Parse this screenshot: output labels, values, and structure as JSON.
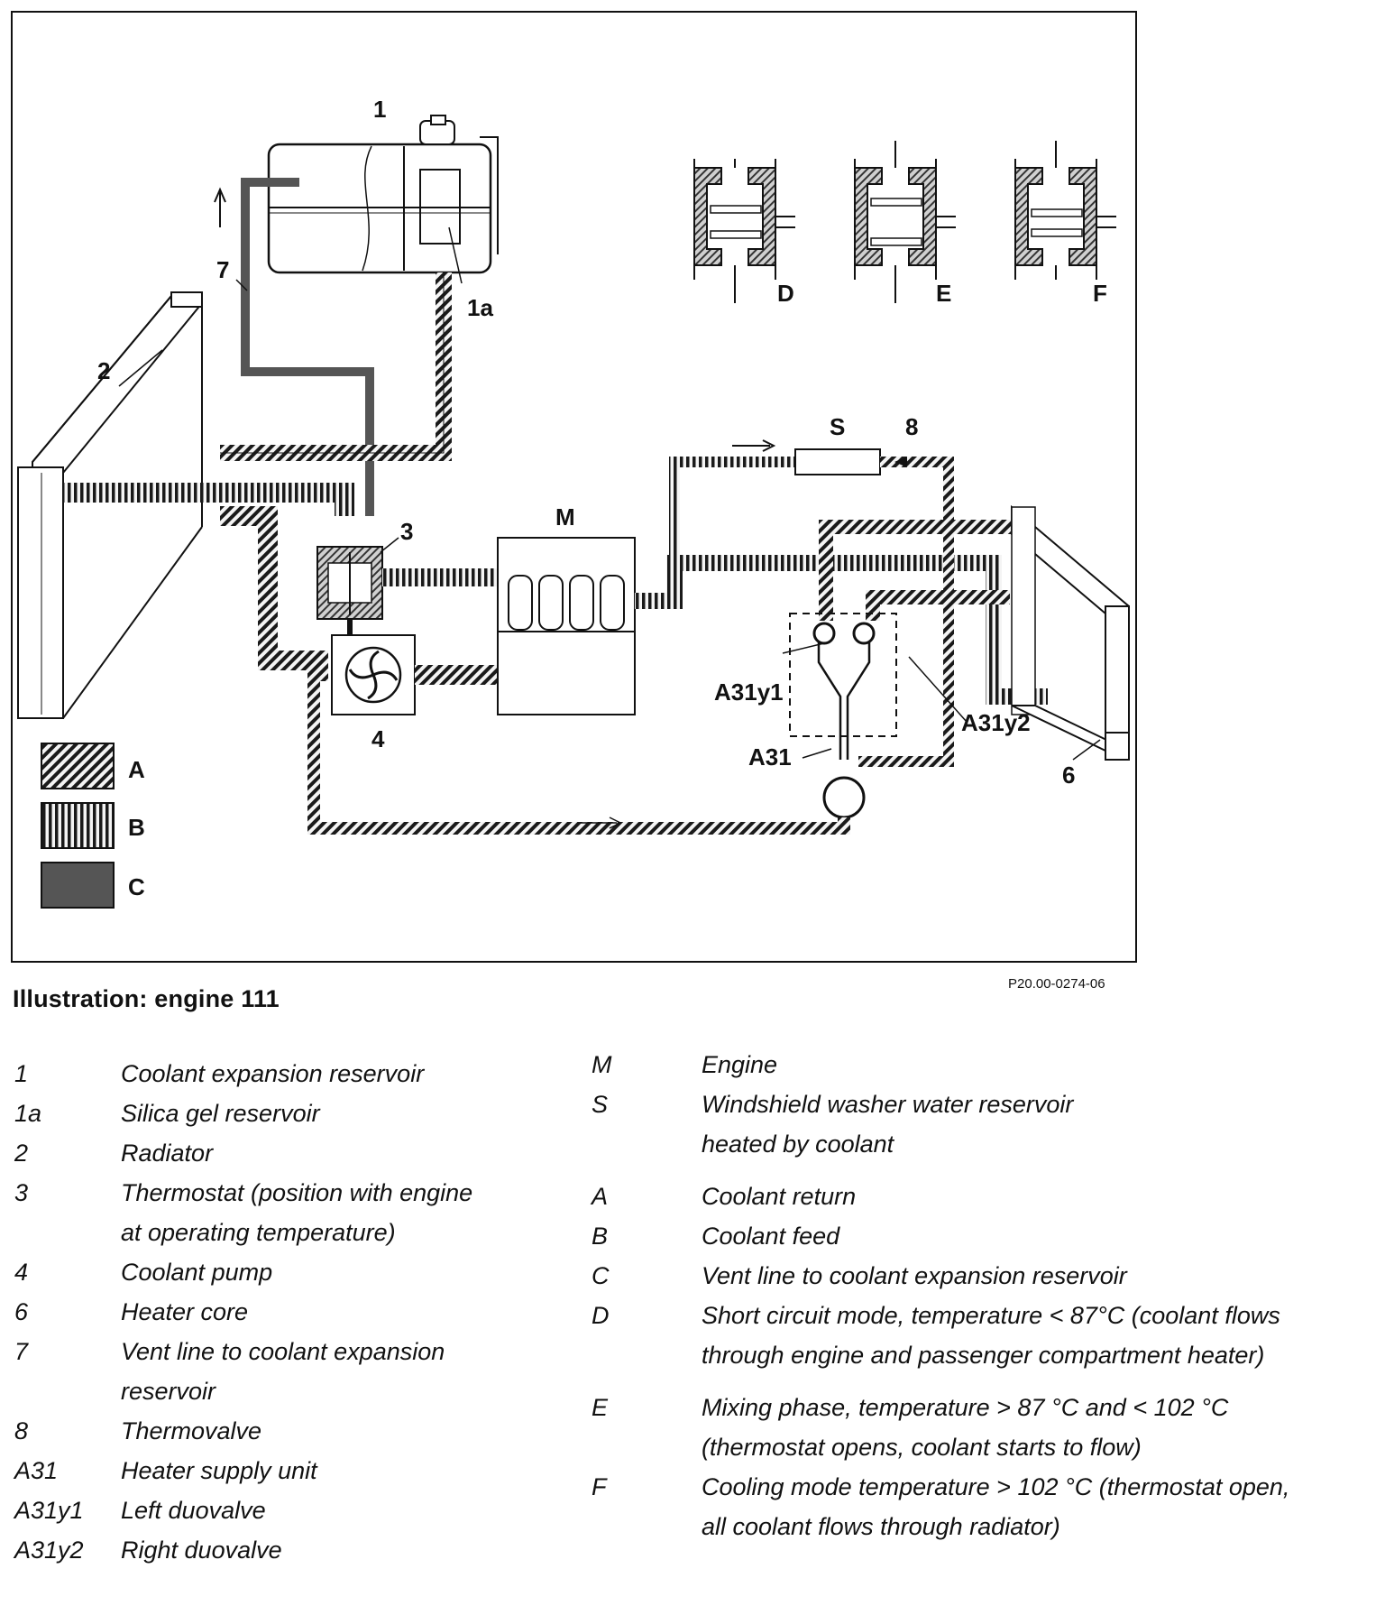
{
  "diagram": {
    "labels": {
      "l1": "1",
      "l1a": "1a",
      "l2": "2",
      "l3": "3",
      "l4": "4",
      "l6": "6",
      "l7": "7",
      "l8": "8",
      "lS": "S",
      "lM": "M",
      "lA31": "A31",
      "lA31y1": "A31y1",
      "lA31y2": "A31y2",
      "lD": "D",
      "lE": "E",
      "lF": "F"
    },
    "key": [
      {
        "label": "A"
      },
      {
        "label": "B"
      },
      {
        "label": "C"
      }
    ]
  },
  "caption": "Illustration: engine 111",
  "reference": "P20.00-0274-06",
  "legend_left": [
    {
      "key": "1",
      "lines": [
        "Coolant expansion reservoir"
      ]
    },
    {
      "key": "1a",
      "lines": [
        "Silica gel reservoir"
      ]
    },
    {
      "key": "2",
      "lines": [
        "Radiator"
      ]
    },
    {
      "key": "3",
      "lines": [
        "Thermostat (position with engine",
        "at operating temperature)"
      ]
    },
    {
      "key": "4",
      "lines": [
        "Coolant pump"
      ]
    },
    {
      "key": "6",
      "lines": [
        "Heater core"
      ]
    },
    {
      "key": "7",
      "lines": [
        "Vent line to coolant expansion",
        "reservoir"
      ]
    },
    {
      "key": "8",
      "lines": [
        "Thermovalve"
      ]
    },
    {
      "key": "A31",
      "lines": [
        "Heater supply unit"
      ]
    },
    {
      "key": "A31y1",
      "lines": [
        "Left duovalve"
      ]
    },
    {
      "key": "A31y2",
      "lines": [
        "Right duovalve"
      ]
    }
  ],
  "legend_right": [
    {
      "key": "M",
      "lines": [
        "Engine"
      ]
    },
    {
      "key": "S",
      "lines": [
        "Windshield washer water reservoir",
        "heated by coolant"
      ]
    },
    {
      "key": "A",
      "lines": [
        "Coolant return"
      ],
      "gap": true
    },
    {
      "key": "B",
      "lines": [
        "Coolant feed"
      ]
    },
    {
      "key": "C",
      "lines": [
        "Vent line to coolant expansion reservoir"
      ]
    },
    {
      "key": "D",
      "lines": [
        "Short circuit mode, temperature < 87°C (coolant flows",
        "through engine and passenger compartment heater)"
      ]
    },
    {
      "key": "E",
      "lines": [
        "Mixing phase, temperature > 87 °C and < 102 °C",
        "(thermostat opens, coolant starts to flow)"
      ],
      "gap": true
    },
    {
      "key": "F",
      "lines": [
        "Cooling mode temperature > 102 °C (thermostat open,",
        "all coolant flows through radiator)"
      ]
    }
  ]
}
